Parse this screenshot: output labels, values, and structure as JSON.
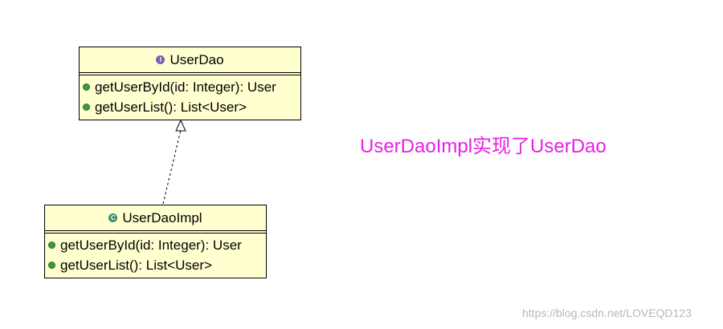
{
  "diagram": {
    "interface_box": {
      "name": "UserDao",
      "stereotype_icon": "interface-icon",
      "icon_letter": "I",
      "icon_color": "#7b5fb0",
      "operations": [
        "getUserById(id: Integer): User",
        "getUserList(): List<User>"
      ]
    },
    "class_box": {
      "name": "UserDaoImpl",
      "stereotype_icon": "class-icon",
      "icon_letter": "C",
      "icon_color": "#3f8a6a",
      "operations": [
        "getUserById(id: Integer): User",
        "getUserList(): List<User>"
      ]
    },
    "relationship": "realization",
    "note": "UserDaoImpl实现了UserDao"
  },
  "watermark": "https://blog.csdn.net/LOVEQD123",
  "colors": {
    "box_fill": "#ffffd0",
    "note_text": "#e620e6",
    "operation_dot": "#3a9a3a"
  }
}
